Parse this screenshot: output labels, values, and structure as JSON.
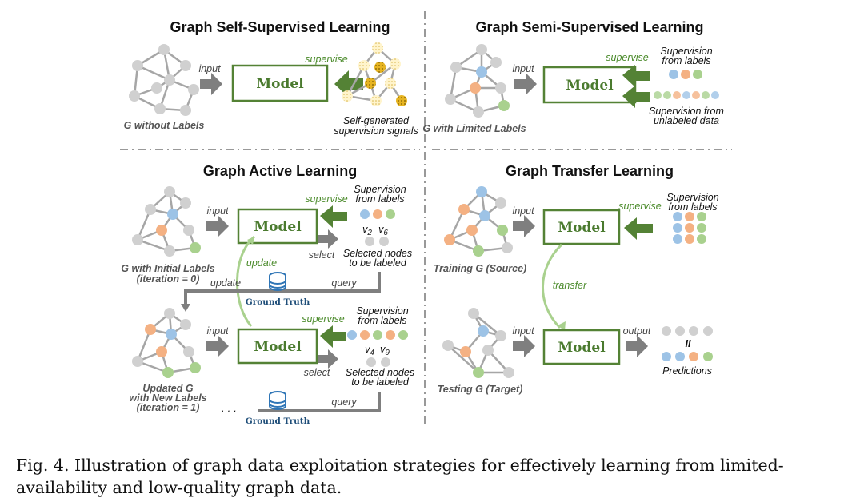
{
  "panels": {
    "self_supervised": {
      "title": "Graph Self-Supervised Learning",
      "input": "input",
      "model": "Model",
      "supervise": "supervise",
      "graph_label": "G without Labels",
      "signals_line1": "Self-generated",
      "signals_line2": "supervision signals"
    },
    "semi_supervised": {
      "title": "Graph Semi-Supervised Learning",
      "input": "input",
      "model": "Model",
      "supervise": "supervise",
      "labels_line1": "Supervision",
      "labels_line2": "from labels",
      "unlabeled_line1": "Supervision from",
      "unlabeled_line2": "unlabeled data",
      "graph_label": "G with Limited Labels"
    },
    "active": {
      "title": "Graph Active Learning",
      "input1": "input",
      "input2": "input",
      "model1": "Model",
      "model2": "Model",
      "supervise1": "supervise",
      "supervise2": "supervise",
      "labels1_line1": "Supervision",
      "labels1_line2": "from labels",
      "labels2_line1": "Supervision",
      "labels2_line2": "from labels",
      "select1": "select",
      "select2": "select",
      "selected1_line1": "Selected nodes",
      "selected1_line2": "to be labeled",
      "selected2_line1": "Selected nodes",
      "selected2_line2": "to be labeled",
      "node_a": "v",
      "node_a_sub": "2",
      "node_b": "v",
      "node_b_sub": "6",
      "node_c": "v",
      "node_c_sub": "4",
      "node_d": "v",
      "node_d_sub": "9",
      "update_vertical": "update",
      "update_horizontal": "update",
      "query1": "query",
      "query2": "query",
      "ground_truth1": "Ground Truth",
      "ground_truth2": "Ground Truth",
      "graph1_line1": "G with Initial Labels",
      "graph1_line2": "(iteration = 0)",
      "graph2_line1": "Updated G",
      "graph2_line2": "with New Labels",
      "graph2_line3": "(iteration = 1)",
      "ellipsis": "· · ·"
    },
    "transfer": {
      "title": "Graph Transfer Learning",
      "input1": "input",
      "input2": "input",
      "model1": "Model",
      "model2": "Model",
      "supervise": "supervise",
      "labels_line1": "Supervision",
      "labels_line2": "from labels",
      "transfer": "transfer",
      "output": "output",
      "equals": "II",
      "predictions": "Predictions",
      "source_label": "Training G (Source)",
      "target_label": "Testing G (Target)"
    }
  },
  "caption": "Fig. 4.  Illustration of graph data exploitation strategies for effectively learning from limited-availability and low-quality graph data.",
  "colors": {
    "model_green": "#4a7a2e",
    "arrow_green": "#548235",
    "arrow_gray": "#7f7f7f",
    "node_gray": "#d0d0d0",
    "node_blue": "#9dc3e6",
    "node_orange": "#f4b183",
    "node_green": "#a9d18e",
    "node_yellow": "#ffe699",
    "node_gold": "#e6b422",
    "db_blue": "#2e75b6"
  }
}
